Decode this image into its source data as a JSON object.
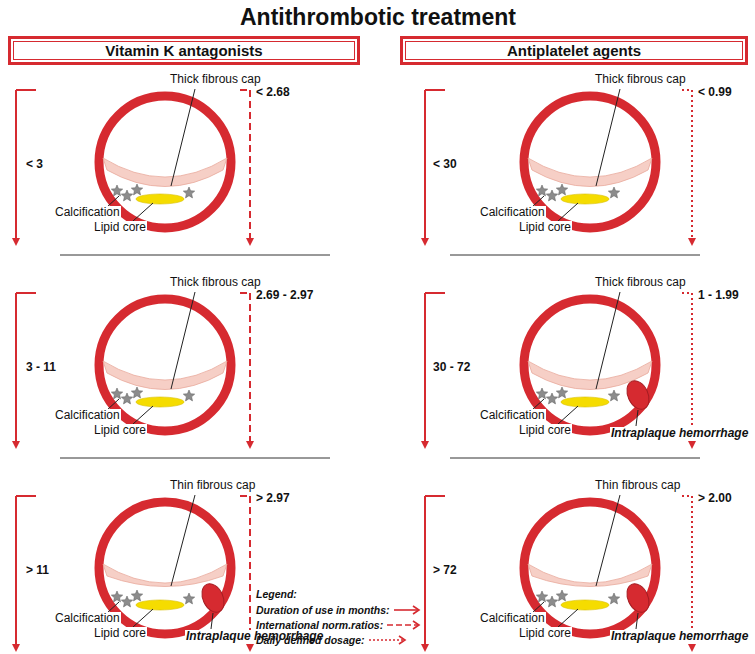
{
  "diagram": {
    "title": "Antithrombotic treatment",
    "nodes": [
      {
        "text": [
          "Vitamin K antagonists"
        ]
      },
      {
        "text": [
          "Antiplatelet agents"
        ]
      }
    ],
    "labels": [
      "< 3",
      "Thick fibrous cap",
      "< 2.68",
      "Calcification",
      "Lipid core",
      "< 30",
      "Thick fibrous cap",
      "< 0.99",
      "Calcification",
      "Lipid core",
      "3 - 11",
      "Thick fibrous cap",
      "2.69 - 2.97",
      "Calcification",
      "Lipid core",
      "30 - 72",
      "Thick fibrous cap",
      "1 - 1.99",
      "Calcification",
      "Lipid core",
      "Intraplaque hemorrhage",
      "> 11",
      "Thin fibrous cap",
      "> 2.97",
      "Calcification",
      "Lipid core",
      "Intraplaque hemorrhage",
      "> 72",
      "Thin fibrous cap",
      "> 2.00",
      "Calcification",
      "Lipid core",
      "Intraplaque hemorrhage",
      "Legend:"
    ],
    "legend": [
      {
        "text": "Duration of use in months:"
      },
      {
        "text": "International norm.ratios:"
      },
      {
        "text": "Daily defined dosage:"
      }
    ]
  }
}
